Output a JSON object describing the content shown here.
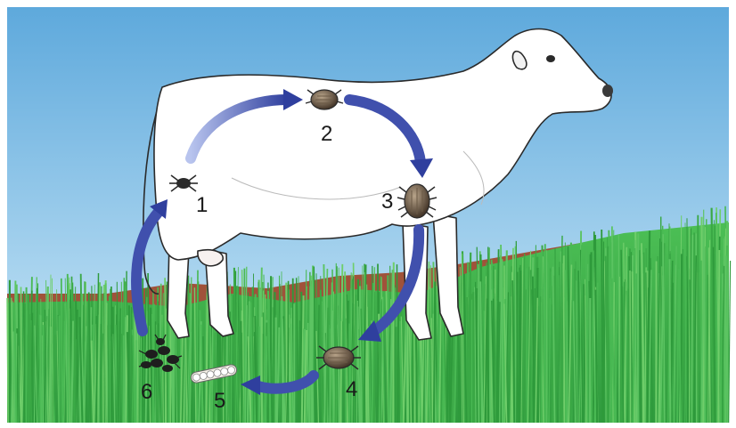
{
  "stages": [
    {
      "label": "1",
      "icon": "tick-larva-icon"
    },
    {
      "label": "2",
      "icon": "engorged-larva-icon"
    },
    {
      "label": "3",
      "icon": "engorged-adult-icon"
    },
    {
      "label": "4",
      "icon": "gravid-female-icon"
    },
    {
      "label": "5",
      "icon": "egg-mass-icon"
    },
    {
      "label": "6",
      "icon": "larva-cluster-icon"
    }
  ],
  "colors": {
    "sky_top": "#5ea9dc",
    "sky_bottom": "#cfe9f8",
    "grass": "#3fae49",
    "soil": "#a0523a",
    "arrow": "#3848a6",
    "cow": "#ffffff"
  }
}
